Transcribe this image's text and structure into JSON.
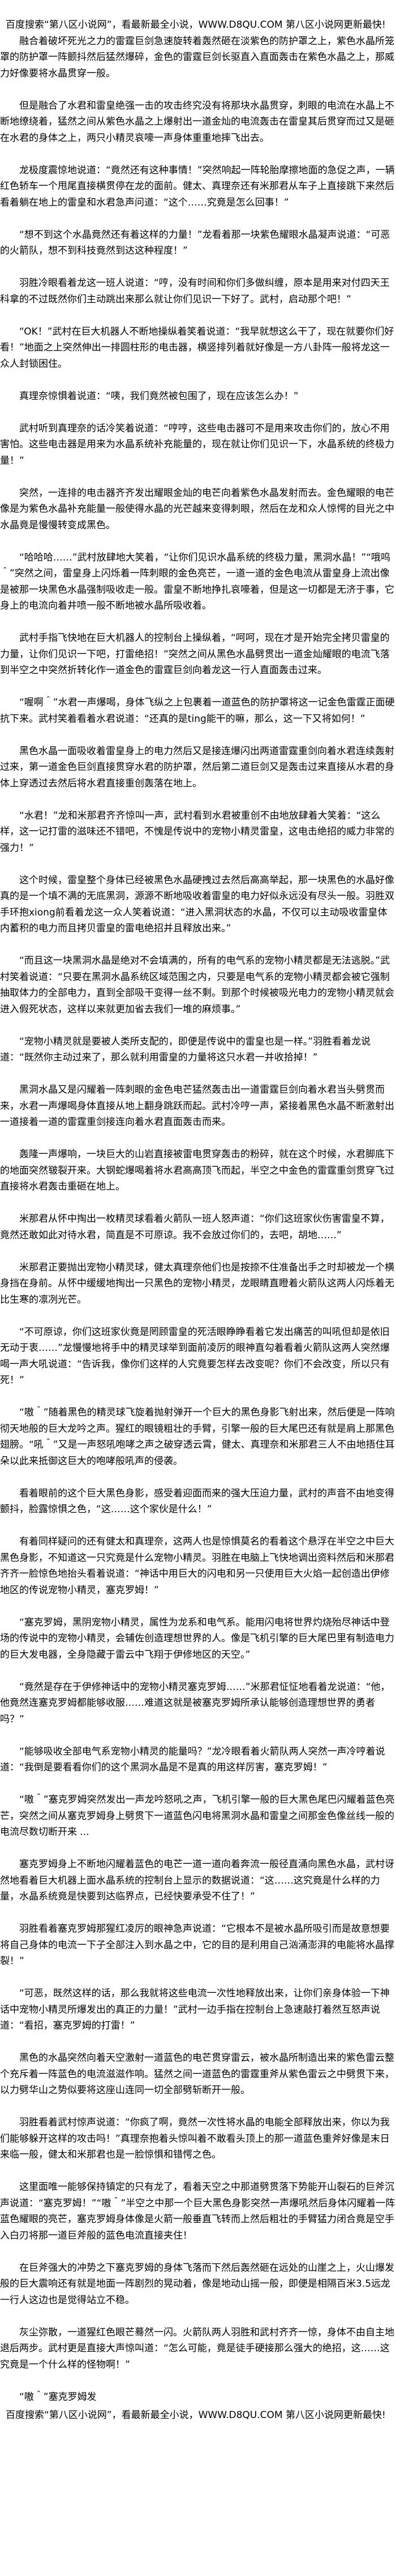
{
  "banner": {
    "text": "百度搜索“第八区小说网”，看最新最全小说，WWW.D8QU.COM   第八区小说网更新最快!"
  },
  "paragraphs": [
    "融合着破坏死光之力的雷霆巨剑急速旋转着轰然砸在淡紫色的防护罩之上，紫色水晶所笼罩的防护罩一阵颤抖然后猛然爆碎，金色的雷霆巨剑长驱直入直面轰击在紫色水晶之上，那威力好像要将水晶贯穿一般。",
    "但是融合了水君和雷皇绝强一击的攻击终究没有将那块水晶贯穿，刺眼的电流在水晶上不断地缭绕着，猛然之间从紫色水晶之上爆射出一道金灿的电流轰击在雷皇其后贯穿而过又是砸在水君的身体之上，两只小精灵哀嚎一声身体重重地摔飞出去。",
    "龙极度震惊地说道：“竟然还有这种事情！”突然响起一阵轮胎摩擦地面的急促之声，一辆红色轿车一个甩尾直接横贯停在龙的面前。健太、真理奈还有米那君从车子上直接跳下来然后看着躺在地上的雷皇和水君急声问道：“这个……究竟是怎么回事！”",
    "“想不到这个水晶竟然还有着这样的力量！”龙看着那一块紫色耀眼水晶凝声说道：“可恶的火箭队，想不到科技竟然到达这种程度！”",
    "羽胜冷眼看着龙这一班人说道：“哼，没有时间和你们多做纠缠，原本是用来对付四天王科拿的不过既然你们主动跳出来那么就让你们见识一下好了。武村，启动那个吧！”",
    "“OK！”武村在巨大机器人不断地操纵着笑着说道：“我早就想这么干了，现在就要你们好看！”地面之上突然伸出一排圆柱形的电击器，横竖排列着就好像是一方八卦阵一般将龙这一众人封锁困住。",
    "真理奈惊惧着说道：“咦，我们竟然被包围了，现在应该怎么办！”",
    "武村听到真理奈的话冷笑着说道：“哼哼，这些电击器可不是用来攻击你们的，放心不用害怕。这些电击器是用来为水晶系统补充能量的，现在就让你们见识一下，水晶系统的终极力量！”",
    "突然，一连排的电击器齐齐发出耀眼金灿的电芒向着紫色水晶发射而去。金色耀眼的电芒像是为紫色水晶补充能量一般使得水晶的光芒越来变得刺眼，然后在龙和众人惊愕的目光之中水晶竟是慢慢转变成黑色。",
    "“哈哈哈……”武村放肆地大笑着，“让你们见识水晶系统的终极力量，黑洞水晶！”“哦呜＾”突然之间，雷皇身上闪烁着一阵刺眼的金色亮芒，一道一道的金色电流从雷皇身上流出像是被那一块黑色水晶强制吸收走一般。雷皇不断地挣扎哀嚎着，但是这一切都是无济于事，它身上的电流向着井喷一般不断地被水晶所吸收着。",
    "武村手指飞快地在巨大机器人的控制台上操纵着，“呵呵，现在才是开始完全拷贝雷皇的力量，让你们见识一下吧，打雷绝招！”突然之间从黑色水晶劈贯出一道金灿耀眼的电流飞落到半空之中突然折转化作一道金色的雷霆巨剑向着龙这一行人直面轰击过来。",
    "“喔啊＾”水君一声爆喝，身体飞纵之上包裹着一道蓝色的防护罩将这一记金色雷霆正面硬抗下来。武村笑着看着水君说道：“还真的是ting能干的嘛，那么，这一下又将如何！”",
    "黑色水晶一面吸收着雷皇身上的电力然后又是接连爆闪出两道雷霆重剑向着水君连续轰射过来，第一道金色巨剑直接贯穿水君的防护罩，然后第二道巨剑又是轰击过来直接从水君的身体上穿透过去然后将水君直接重创轰落在地上。",
    "“水君！”龙和米那君齐齐惊叫一声，武村看到水君被重创不由地放肆着大笑着：“这么样，这一记打雷的滋味还不错吧，不愧是传说中的宠物小精灵雷皇，这电击绝招的威力非常的强力！”",
    "这个时候，雷皇整个身体已经被黑色水晶硬拽过去然后高高举起，那一块黑色的水晶好像真的是一个填不满的无底黑洞，源源不断地吸收着雷皇的电力好似永远没有尽头一般。羽胜双手环抱xiong前看着龙这一众人笑着说道：“进入黑洞状态的水晶，不仅可以主动吸收雷皇体内蓄积的电力而且拷贝雷皇的雷电绝招并且释放出来。”",
    "“而且这一块黑洞水晶是绝对不会填满的，所有的电气系的宠物小精灵都是无法逃脱。”武村笑着说道：“只要在黑洞水晶系统区域范围之内，只要是电气系的宠物小精灵都会被它强制抽取体力的全部电力，直到全部吸干变得一丝不剩。到那个时候被吸光电力的宠物小精灵就会进入假死状态，这样以来就更加省去我们一堆的麻烦事。”",
    "“宠物小精灵就是要被人类所支配的，即便是传说中的雷皇也是一样。”羽胜看着龙说道：“既然你主动过来了，那么就利用雷皇的力量将这只水君一并收拾掉！”",
    "黑洞水晶又是闪耀着一阵刺眼的金色电芒猛然轰击出一道雷霆巨剑向着水君当头劈贯而来，水君一声爆喝身体直接从地上翻身跳跃而起。武村冷哼一声，紧接着黑色水晶不断激射出一道接着一道的雷霆重剑接连向着水君直面轰击而来。",
    "轰隆一声爆响，一块巨大的山岩直接被雷电贯穿轰击的粉碎，就在这个时候，水君脚底下的地面突然皲裂开来。大钢蛇爆喝着将水君高高顶飞而起，半空之中金色的雷霆重剑贯穿飞过直接将水君轰击重砸在地上。",
    "米那君从怀中掏出一枚精灵球看着火箭队一班人怒声道：“你们这班家伙伤害雷皇不算，竟然还敢如此对待水君，简直是不可原谅。我不会放过你们的，去吧，胡地……”",
    "米那君正要抛出宠物小精灵球，健太真理奈他们也是按捺不住准备出手之时却被龙一个横身挡在身前。从怀中缓缓地掏出一只黑色的宠物小精灵，龙眼睛直瞪着火箭队这两人闪烁着无比生寒的凛冽光芒。",
    "“不可原谅，你们这班家伙竟是罔顾雷皇的死活眼睁睁看着它发出痛苦的叫吼但却是依旧无动于衷……”龙慢慢地将手中的精灵球举到面前凌厉的眼神直勾着看着火箭队这两人突然爆喝一声大吼说道：“告诉我，像你们这样的人究竟要怎样去改变呢？你们不会改变，所以只有死！”",
    "“嗷＾”随着黑色的精灵球飞旋着抛射弹开一个巨大的黑色身影飞射出来，然后便是一阵响彻天地般的巨大龙吟之声。猩红的眼镜粗壮的手臂，引擎一般的巨大尾巴还有就是肩上那黑色翅膀。“吼＾”又是一声怒吼咆哮之声之破穿透云霄，健太、真理奈和米那君三人不由地捂住耳朵以此来抵御这巨大的咆哮般吼声的侵袭。",
    "看着眼前的这个巨大黑色身影，感受着迎面而来的强大压迫力量，武村的声音不由地变得颤抖，脸露惊惧之色，“这……这个家伙是什么！”",
    "有着同样疑问的还有健太和真理奈，这两人也是惊惧莫名的看着这个悬浮在半空之中巨大黑色身影，不知道这一只究竟是什么宠物小精灵。羽胜在电脑上飞快地调出资料然后和米那君齐齐一脸惊色地抬头看着说道：“神话中用巨大的闪电和另一只使用巨大火焰一起创造出伊修地区的传说宠物小精灵，塞克罗姆！”",
    "“塞克罗姆，黑阴宠物小精灵，属性为龙系和电气系。能用闪电将世界灼烧殆尽神话中登场的传说中的宠物小精灵，会辅佐创造理想世界的人。像是飞机引擎的巨大尾巴里有制造电力的巨大发电器，全身隐藏于雷云中飞翔于伊修地区的天空。”",
    "“竟然是存在于伊修神话中的宠物小精灵塞克罗姆……”米那君怔怔地看着龙说道：“他，他竟然连塞克罗姆都能够收服……难道这就是被塞克罗姆所承认能够创造理想世界的勇者吗？”",
    "“能够吸收全部电气系宠物小精灵的能量吗？”龙冷眼看着火箭队两人突然一声冷哼着说道：“我倒是要看看你们的这个黑洞水晶是不是真的用这样厉害，塞克罗姆！”",
    "“嗷＾”塞克罗姆突然发出一声龙吟怒吼之声，飞机引擎一般的巨大黑色尾巴闪耀着蓝色亮芒，突然之间从塞克罗姆身上劈贯下一道蓝色闪电将黑洞水晶和雷皇之间那金色像丝线一般的电流尽数切断开来 ...",
    "塞克罗姆身上不断地闪耀着蓝色的电芒一道一道向着奔流一般径直涌向黑色水晶，武村讶然地看着巨大机器上面水晶系统的控制台上显示的数据说道：“这……这究竟是什么样的力量，水晶系统竟是快要到达临界点，已经快要承受不住了！”",
    "羽胜看着塞克罗姆那猩红凌厉的眼神急声说道：“它根本不是被水晶所吸引而是故意想要将自己身体的电流一下子全部注入到水晶之中，它的目的是利用自己汹涌澎湃的电能将水晶撑裂！”",
    "“可恶，既然这样的话，那么我就将这些电流一次性地释放出来，让你们亲身体验一下神话中宠物小精灵所爆发出的真正的力量！”武村一边手指在控制台上急速敲打着然互怒声说道：“看招，塞克罗姆的打雷！”",
    "黑色的水晶突然向着天空激射一道蓝色的电芒贯穿雷云，被水晶所制造出来的紫色雷云整个充斥着一阵蓝色的电流滋滋作响。猛然之间一道蓝色的雷霆重斧从紫色雷云之中劈贯下来，以力劈华山之势似要将这座山连同一切全部劈斩断开一般。",
    "羽胜看着武村惊声说道：“你疯了啊，竟然一次性将水晶的电能全部释放出来，你以为我们能够躲开这样的攻击吗！”真理奈抱着头惊叫着不敢看头顶上的那一道蓝色重斧好像是末日来临一般，健太和米那君也是一脸惊惧和错愕之色。",
    "这里面唯一能够保持镇定的只有龙了，看着天空之中那道劈贯落下势能开山裂石的巨斧沉声说道：“塞克罗姆！”“嗷＾”半空之中那一个巨大黑色身影突然一声爆吼然后身体闪耀着一阵蓝色耀眼的亮芒，塞克罗姆身体像是火箭一般垂直飞转而上然后粗壮的手臂猛力闭合竟是空手入白刃将那一道巨斧般的蓝色电流直接夹住！",
    "在巨斧强大的冲势之下塞克罗姆的身体飞落而下然后轰然砸在远处的山崖之上，火山爆发般的巨大震响还有就是地面一阵剧烈的晃动着，像是地动山摇一般，即便是相隔百米3.5远龙一行人这边也是觉得站立不稳。",
    "灰尘弥散，一道猩红色眼芒蓦然一闪。火箭队两人羽胜和武村齐齐一惊，身体不由自主地退后两步。武村更是直接大声惊叫道：“怎么可能，竟是徒手硬接那么强大的绝招，这……这究竟是一个什么样的怪物啊！”",
    "“嗷＾”塞克罗姆发"
  ]
}
